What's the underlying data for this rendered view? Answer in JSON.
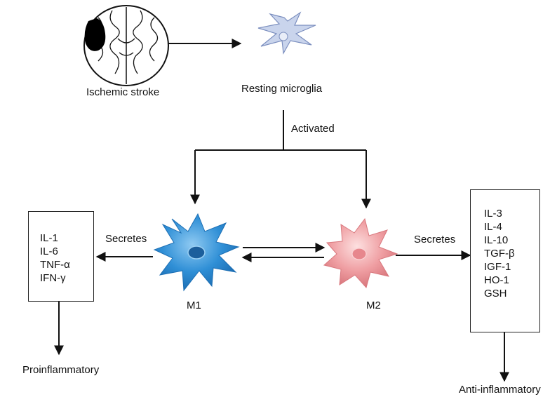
{
  "nodes": {
    "stroke": "Ischemic stroke",
    "resting": "Resting microglia",
    "m1": "M1",
    "m2": "M2"
  },
  "edges": {
    "activated": "Activated",
    "secretes_left": "Secretes",
    "secretes_right": "Secretes"
  },
  "proinflammatory_box": {
    "items": [
      "IL-1",
      "IL-6",
      "TNF-α",
      "IFN-γ"
    ],
    "outcome": "Proinflammatory"
  },
  "antiinflammatory_box": {
    "items": [
      "IL-3",
      "IL-4",
      "IL-10",
      "TGF-β",
      "IGF-1",
      "HO-1",
      "GSH"
    ],
    "outcome": "Anti-inflammatory"
  },
  "colors": {
    "m1_cell": "#2f8fd6",
    "m2_cell": "#ef9ea2",
    "resting_cell": "#c9d4ec",
    "infarct": "#000000"
  }
}
